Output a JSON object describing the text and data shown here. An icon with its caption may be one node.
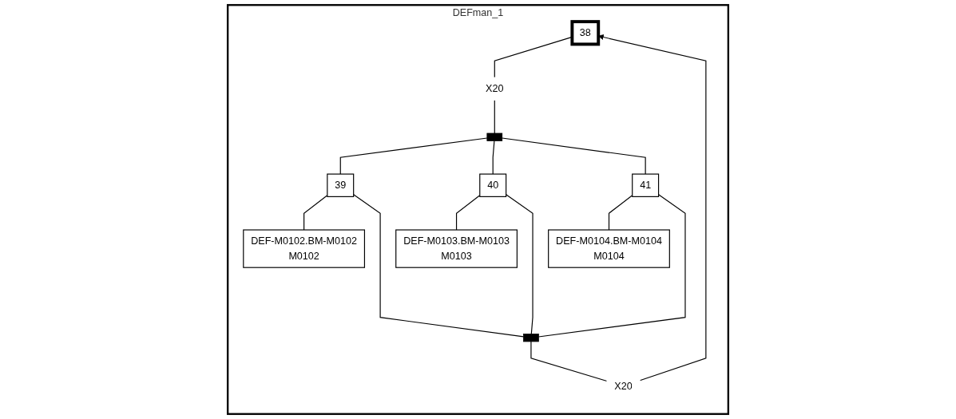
{
  "diagram": {
    "nodes": [
      {
        "text": [
          "DEFman_1"
        ]
      },
      {
        "text": [
          "38"
        ],
        "in": 0
      },
      {
        "text": [
          "X20"
        ],
        "in": 0
      },
      {
        "text": [],
        "shape": "bar",
        "in": 0
      },
      {
        "text": [
          "39"
        ],
        "in": 0
      },
      {
        "text": [
          "DEF-M0102.BM-M0102",
          "M0102"
        ],
        "in": 0
      },
      {
        "text": [
          "40"
        ],
        "in": 0
      },
      {
        "text": [
          "DEF-M0103.BM-M0103",
          "M0103"
        ],
        "in": 0
      },
      {
        "text": [
          "41"
        ],
        "in": 0
      },
      {
        "text": [
          "DEF-M0104.BM-M0104",
          "M0104"
        ],
        "in": 0
      },
      {
        "text": [],
        "shape": "bar",
        "in": 0
      },
      {
        "text": [
          "X20"
        ],
        "in": 0
      }
    ],
    "edges": [
      {
        "from": 1,
        "to": 2,
        "arrow": "none"
      },
      {
        "from": 2,
        "to": 3,
        "arrow": "none"
      },
      {
        "from": 3,
        "to": 4,
        "arrow": "none"
      },
      {
        "from": 3,
        "to": 6,
        "arrow": "none"
      },
      {
        "from": 3,
        "to": 8,
        "arrow": "none"
      },
      {
        "from": 4,
        "to": 5,
        "arrow": "none"
      },
      {
        "from": 6,
        "to": 7,
        "arrow": "none"
      },
      {
        "from": 8,
        "to": 9,
        "arrow": "none"
      },
      {
        "from": 4,
        "to": 10,
        "arrow": "none"
      },
      {
        "from": 6,
        "to": 10,
        "arrow": "none"
      },
      {
        "from": 8,
        "to": 10,
        "arrow": "none"
      },
      {
        "from": 10,
        "to": 11,
        "arrow": "none"
      },
      {
        "from": 11,
        "to": 1,
        "arrow": "to"
      }
    ]
  }
}
